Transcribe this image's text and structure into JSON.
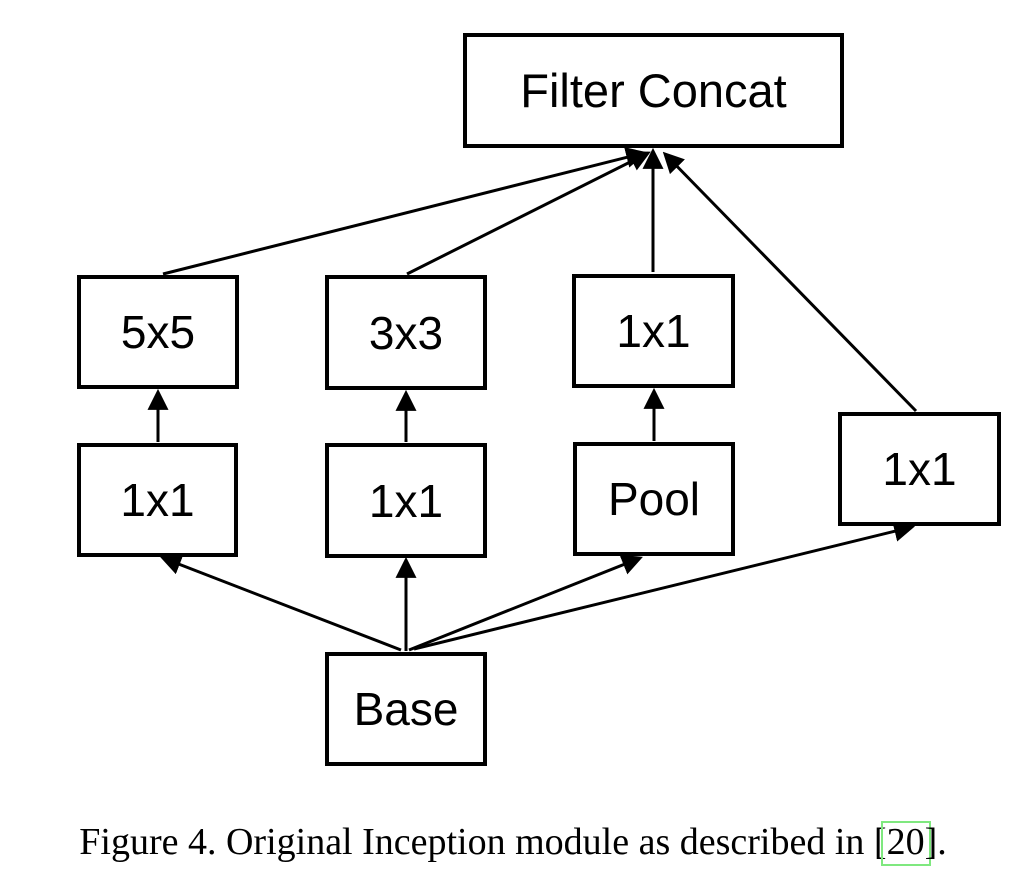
{
  "diagram": {
    "nodes": {
      "filter_concat": {
        "label": "Filter Concat"
      },
      "conv5x5": {
        "label": "5x5"
      },
      "conv3x3": {
        "label": "3x3"
      },
      "conv1x1_top": {
        "label": "1x1"
      },
      "conv1x1_right": {
        "label": "1x1"
      },
      "conv1x1_left": {
        "label": "1x1"
      },
      "conv1x1_mid": {
        "label": "1x1"
      },
      "pool": {
        "label": "Pool"
      },
      "base": {
        "label": "Base"
      }
    },
    "edges": [
      {
        "from": "base",
        "to": "conv1x1_left"
      },
      {
        "from": "base",
        "to": "conv1x1_mid"
      },
      {
        "from": "base",
        "to": "pool"
      },
      {
        "from": "base",
        "to": "conv1x1_right"
      },
      {
        "from": "conv1x1_left",
        "to": "conv5x5"
      },
      {
        "from": "conv1x1_mid",
        "to": "conv3x3"
      },
      {
        "from": "pool",
        "to": "conv1x1_top"
      },
      {
        "from": "conv5x5",
        "to": "filter_concat"
      },
      {
        "from": "conv3x3",
        "to": "filter_concat"
      },
      {
        "from": "conv1x1_top",
        "to": "filter_concat"
      },
      {
        "from": "conv1x1_right",
        "to": "filter_concat"
      }
    ],
    "line_color": "#000000"
  },
  "caption": {
    "text_before_citation": "Figure 4. Original Inception module as described in [",
    "citation": "20",
    "text_after_citation": "].",
    "citation_box_color": "#7fe87f"
  }
}
